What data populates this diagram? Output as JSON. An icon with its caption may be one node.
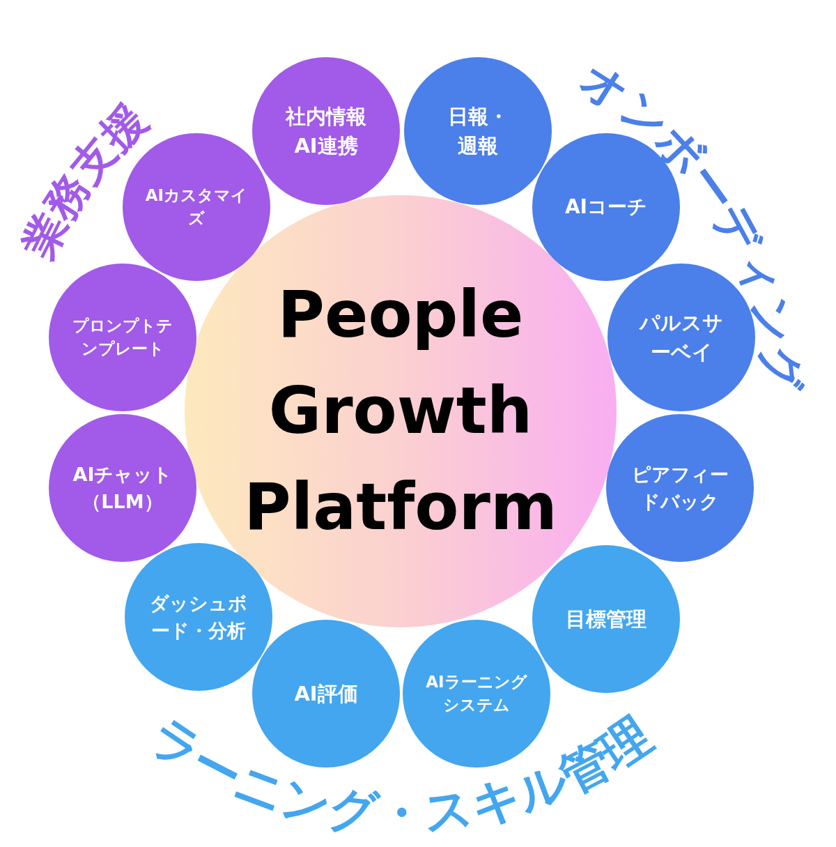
{
  "diagram": {
    "nodes": [
      {
        "text": [
          "People Growth Platform"
        ]
      },
      {
        "text": [
          "社内情報AI連携"
        ]
      },
      {
        "text": [
          "日報・週報"
        ]
      },
      {
        "text": [
          "AIコーチ"
        ]
      },
      {
        "text": [
          "パルスサーベイ"
        ]
      },
      {
        "text": [
          "ピアフィードバック"
        ]
      },
      {
        "text": [
          "目標管理"
        ]
      },
      {
        "text": [
          "AIラーニングシステム"
        ]
      },
      {
        "text": [
          "AI評価"
        ]
      },
      {
        "text": [
          "ダッシュボード・分析"
        ]
      },
      {
        "text": [
          "AIチャット（LLM）"
        ]
      },
      {
        "text": [
          "プロンプトテンプレート"
        ]
      },
      {
        "text": [
          "AIカスタマイズ"
        ]
      }
    ],
    "labels": [
      "業務支援",
      "オンボーディング",
      "ラーニング・スキル管理"
    ]
  }
}
